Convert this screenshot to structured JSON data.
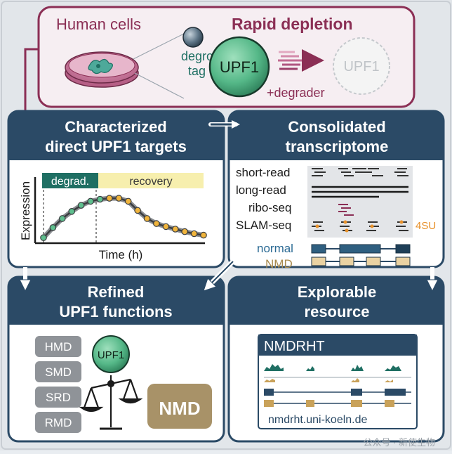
{
  "top": {
    "human_cells": "Human cells",
    "rapid_depletion": "Rapid depletion",
    "degron_line1": "degron-",
    "degron_line2": "tag",
    "upf1": "UPF1",
    "upf1_depleted": "UPF1",
    "degrader": "+degrader"
  },
  "panel_characterized": {
    "title_line1": "Characterized",
    "title_line2": "direct UPF1 targets",
    "phase_degrad": "degrad.",
    "phase_recovery": "recovery",
    "ylabel": "Expression",
    "xlabel": "Time (h)"
  },
  "panel_transcriptome": {
    "title_line1": "Consolidated",
    "title_line2": "transcriptome",
    "rows": [
      "short-read",
      "long-read",
      "ribo-seq",
      "SLAM-seq"
    ],
    "label_4su": "4SU",
    "isoform_normal": "normal",
    "isoform_nmd": "NMD"
  },
  "panel_refined": {
    "title_line1": "Refined",
    "title_line2": "UPF1 functions",
    "functions": [
      "HMD",
      "SMD",
      "SRD",
      "RMD"
    ],
    "upf1": "UPF1",
    "nmd": "NMD"
  },
  "panel_resource": {
    "title_line1": "Explorable",
    "title_line2": "resource",
    "site_name": "NMDRHT",
    "url": "nmdrht.uni-koeln.de"
  },
  "watermark": "公众号 · 新使生物",
  "colors": {
    "maroon": "#8b2f55",
    "navy": "#2b4a66",
    "teal": "#1f6f63",
    "green": "#5fbf8e",
    "orange": "#f0b43c",
    "gray_box": "#8f9398",
    "nmd_tan": "#a89268",
    "normal_blue": "#3d6a8a",
    "nmd_orange": "#e8c68a"
  },
  "chart_data": {
    "type": "line",
    "xlabel": "Time (h)",
    "ylabel": "Expression",
    "series": [
      {
        "values": [
          0.08,
          0.28,
          0.46,
          0.6,
          0.72,
          0.8,
          0.84,
          0.86,
          0.86,
          0.8,
          0.62,
          0.46,
          0.36,
          0.3,
          0.25,
          0.2,
          0.16,
          0.13
        ]
      }
    ]
  }
}
